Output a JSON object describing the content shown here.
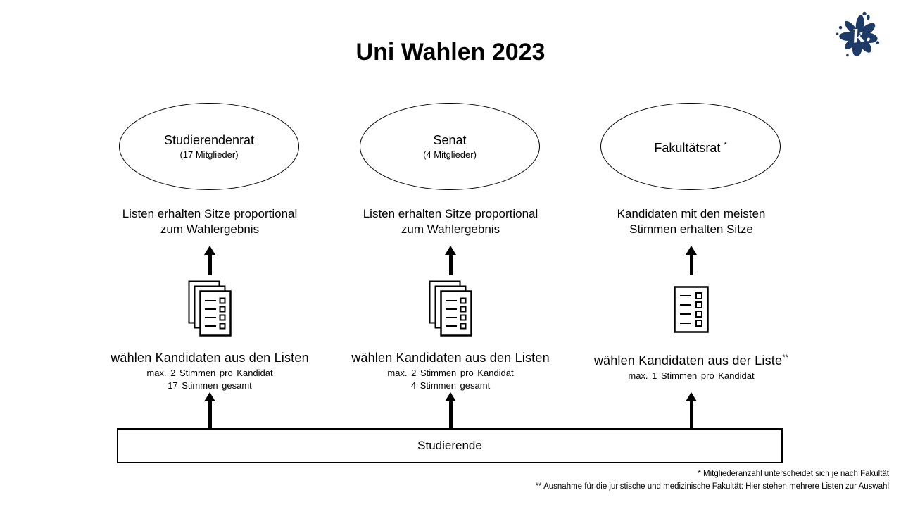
{
  "page": {
    "title": "Uni Wahlen 2023"
  },
  "logo": {
    "letter": "k.",
    "color": "#1e3a66"
  },
  "columns": [
    {
      "name": "Studierendenrat",
      "name_sup": "",
      "members": "(17 Mitglieder)",
      "seat_rule_line1": "Listen erhalten Sitze proportional",
      "seat_rule_line2": "zum Wahlergebnis",
      "icon": "stacked-ballot-lists-icon",
      "vote_rule": "wählen Kandidaten aus den Listen",
      "vote_rule_sup": "",
      "vote_detail_line1": "max. 2 Stimmen pro Kandidat",
      "vote_detail_line2": "17 Stimmen gesamt"
    },
    {
      "name": "Senat",
      "name_sup": "",
      "members": "(4 Mitglieder)",
      "seat_rule_line1": "Listen erhalten Sitze proportional",
      "seat_rule_line2": "zum Wahlergebnis",
      "icon": "stacked-ballot-lists-icon",
      "vote_rule": "wählen Kandidaten aus den Listen",
      "vote_rule_sup": "",
      "vote_detail_line1": "max. 2 Stimmen pro Kandidat",
      "vote_detail_line2": "4 Stimmen gesamt"
    },
    {
      "name": "Fakultätsrat",
      "name_sup": "*",
      "members": "",
      "seat_rule_line1": "Kandidaten mit den meisten",
      "seat_rule_line2": "Stimmen erhalten Sitze",
      "icon": "ballot-list-icon",
      "vote_rule": "wählen Kandidaten aus der Liste",
      "vote_rule_sup": "**",
      "vote_detail_line1": "max. 1 Stimmen pro Kandidat",
      "vote_detail_line2": ""
    }
  ],
  "base": {
    "label": "Studierende"
  },
  "footnotes": [
    "* Mitgliederanzahl unterscheidet sich je nach Fakultät",
    "** Ausnahme für die juristische und medizinische Fakultät: Hier stehen mehrere Listen zur Auswahl"
  ]
}
